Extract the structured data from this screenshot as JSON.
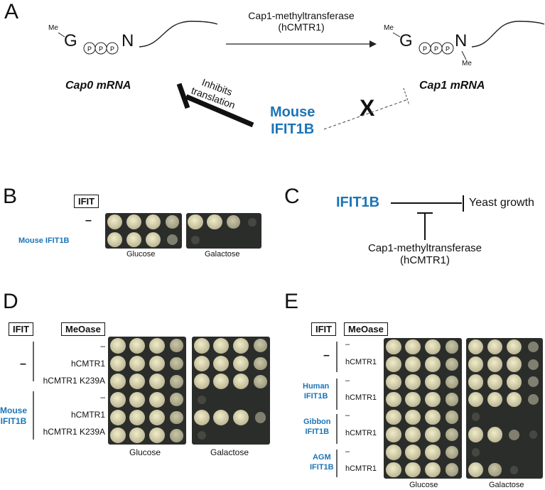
{
  "panelA": {
    "letter": "A",
    "me_left": "Me",
    "g": "G",
    "p": "P",
    "n": "N",
    "enzyme_line1": "Cap1-methyltransferase",
    "enzyme_line2": "(hCMTR1)",
    "me_right_top": "Me",
    "me_right_bottom": "Me",
    "cap0": "Cap0 mRNA",
    "cap1": "Cap1 mRNA",
    "inhibits_line1": "Inhibits",
    "inhibits_line2": "translation",
    "mouse_line1": "Mouse",
    "mouse_line2": "IFIT1B",
    "x_mark": "X"
  },
  "panelB": {
    "letter": "B",
    "ifit_header": "IFIT",
    "dash": "–",
    "mouse": "Mouse IFIT1B",
    "glucose": "Glucose",
    "galactose": "Galactose",
    "glucose_growth": [
      [
        4,
        4,
        4,
        3
      ],
      [
        4,
        4,
        4,
        2
      ]
    ],
    "galactose_growth": [
      [
        4,
        4,
        3,
        1
      ],
      [
        1,
        0,
        0,
        0
      ]
    ]
  },
  "panelC": {
    "letter": "C",
    "ifit": "IFIT1B",
    "yeast": "Yeast growth",
    "enzyme_line1": "Cap1-methyltransferase",
    "enzyme_line2": "(hCMTR1)"
  },
  "panelD": {
    "letter": "D",
    "ifit_header": "IFIT",
    "meoase_header": "MeOase",
    "dash1": "–",
    "mouse_line1": "Mouse",
    "mouse_line2": "IFIT1B",
    "rows": [
      "–",
      "hCMTR1",
      "hCMTR1 K239A",
      "–",
      "hCMTR1",
      "hCMTR1 K239A"
    ],
    "glucose": "Glucose",
    "galactose": "Galactose",
    "glucose_growth": [
      [
        4,
        4,
        4,
        3
      ],
      [
        4,
        4,
        4,
        3
      ],
      [
        4,
        4,
        4,
        3
      ],
      [
        4,
        4,
        4,
        3
      ],
      [
        4,
        4,
        4,
        3
      ],
      [
        4,
        4,
        4,
        3
      ]
    ],
    "galactose_growth": [
      [
        4,
        4,
        4,
        3
      ],
      [
        4,
        4,
        4,
        3
      ],
      [
        4,
        4,
        4,
        3
      ],
      [
        1,
        0,
        0,
        0
      ],
      [
        4,
        4,
        4,
        2
      ],
      [
        1,
        0,
        0,
        0
      ]
    ]
  },
  "panelE": {
    "letter": "E",
    "ifit_header": "IFIT",
    "meoase_header": "MeOase",
    "dash1": "–",
    "human_line1": "Human",
    "human_line2": "IFIT1B",
    "gibbon_line1": "Gibbon",
    "gibbon_line2": "IFIT1B",
    "agm_line1": "AGM",
    "agm_line2": "IFIT1B",
    "rows": [
      "–",
      "hCMTR1",
      "–",
      "hCMTR1",
      "–",
      "hCMTR1",
      "–",
      "hCMTR1"
    ],
    "glucose": "Glucose",
    "galactose": "Galactose",
    "glucose_growth": [
      [
        4,
        4,
        4,
        3
      ],
      [
        4,
        4,
        4,
        3
      ],
      [
        4,
        4,
        4,
        3
      ],
      [
        4,
        4,
        4,
        3
      ],
      [
        4,
        4,
        4,
        3
      ],
      [
        4,
        4,
        4,
        3
      ],
      [
        4,
        4,
        4,
        3
      ],
      [
        4,
        4,
        4,
        3
      ]
    ],
    "galactose_growth": [
      [
        4,
        4,
        4,
        2
      ],
      [
        4,
        4,
        4,
        2
      ],
      [
        4,
        4,
        4,
        2
      ],
      [
        4,
        4,
        4,
        2
      ],
      [
        1,
        0,
        0,
        0
      ],
      [
        4,
        4,
        2,
        1
      ],
      [
        1,
        0,
        0,
        0
      ],
      [
        4,
        3,
        1,
        0
      ]
    ]
  }
}
